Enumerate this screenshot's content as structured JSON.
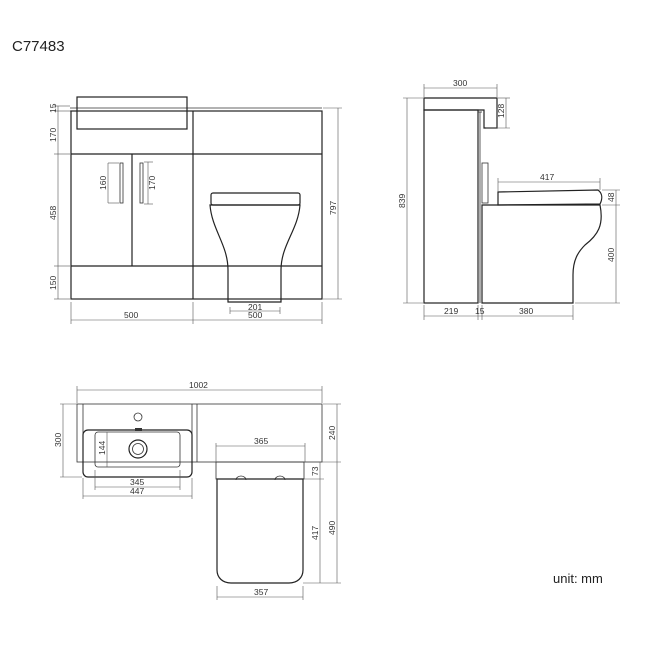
{
  "title": "C77483",
  "unit_label": "unit: mm",
  "views": {
    "front": {
      "dims": {
        "basin_top": "15",
        "upper": "170",
        "doors": "458",
        "plinth": "150",
        "handle_left": "160",
        "handle_right": "170",
        "total_height": "797",
        "vanity_width": "500",
        "wc_unit_width": "500",
        "pan_base": "201"
      }
    },
    "side": {
      "dims": {
        "basin_depth": "300",
        "basin_height": "128",
        "total_height": "839",
        "seat_length": "417",
        "seat_thickness": "48",
        "pan_height": "400",
        "cabinet_depth": "219",
        "gap": "15",
        "pan_projection": "380"
      }
    },
    "plan": {
      "dims": {
        "overall_width": "1002",
        "basin_depth": "300",
        "bowl_depth": "144",
        "bowl_width": "345",
        "basin_width": "447",
        "pan_width": "365",
        "cabinet_depth": "240",
        "hinge_offset": "73",
        "seat_depth": "417",
        "pan_projection": "490",
        "seat_width": "357"
      }
    }
  }
}
